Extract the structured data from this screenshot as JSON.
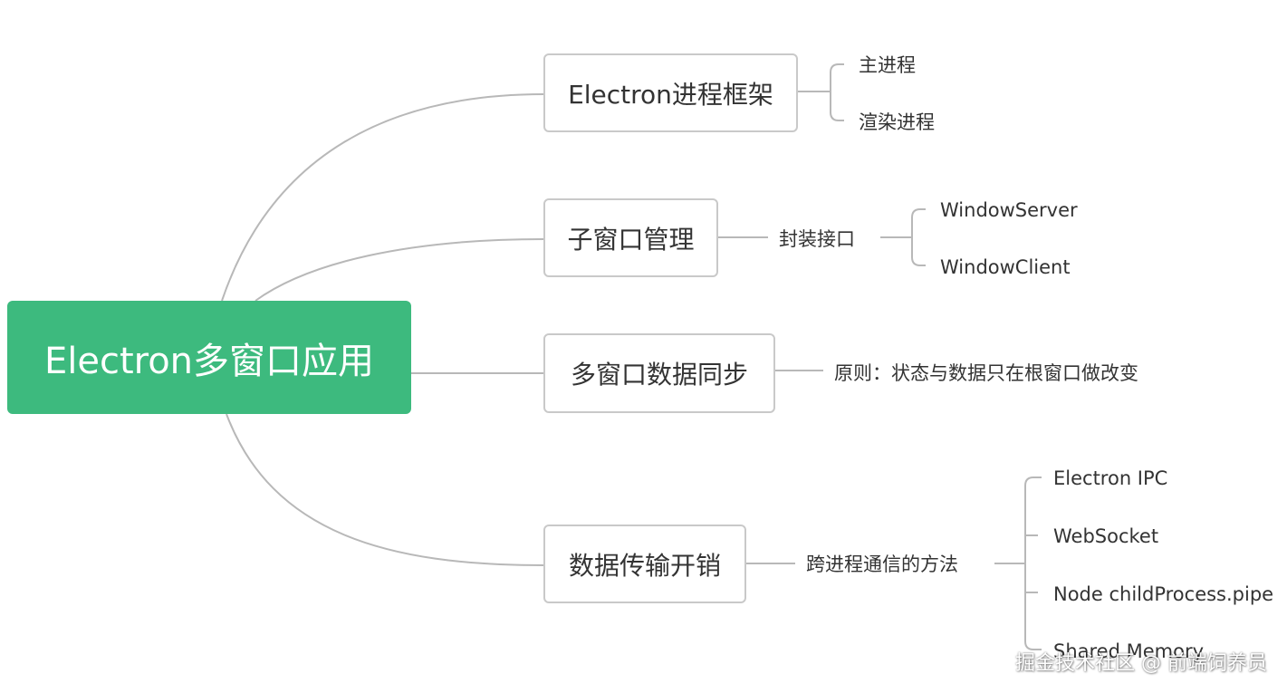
{
  "root": {
    "label": "Electron多窗口应用"
  },
  "branches": [
    {
      "label": "Electron进程框架",
      "children": [
        "主进程",
        "渲染进程"
      ]
    },
    {
      "label": "子窗口管理",
      "mid": "封装接口",
      "children": [
        "WindowServer",
        "WindowClient"
      ]
    },
    {
      "label": "多窗口数据同步",
      "mid": "原则：状态与数据只在根窗口做改变"
    },
    {
      "label": "数据传输开销",
      "mid": "跨进程通信的方法",
      "children": [
        "Electron IPC",
        "WebSocket",
        "Node childProcess.pipe",
        "Shared Memory"
      ]
    }
  ],
  "watermark": "掘金技术社区 @ 前端饲养员",
  "colors": {
    "root_fill": "#3dba7e",
    "line": "#b8b8b8",
    "box_border": "#c9c9c9",
    "text": "#333333"
  }
}
